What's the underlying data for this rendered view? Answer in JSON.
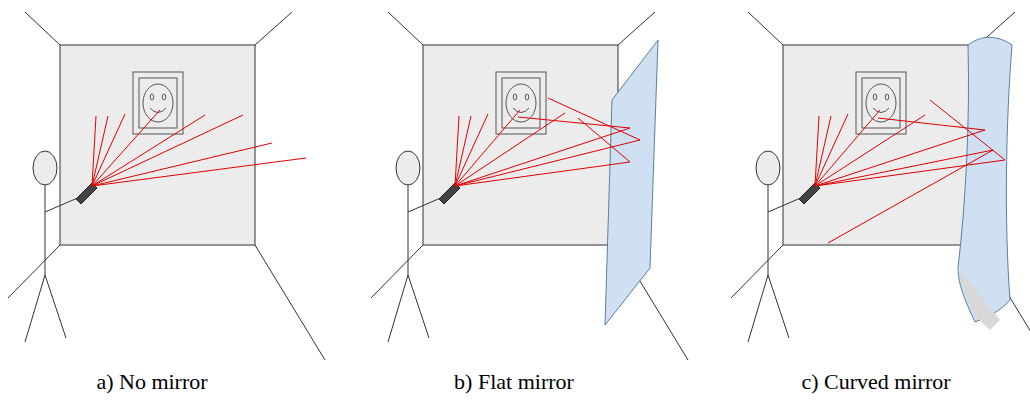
{
  "diagram": {
    "labels": [
      "a) No mirror",
      "b) Flat mirror",
      "c) Curved mirror"
    ]
  }
}
